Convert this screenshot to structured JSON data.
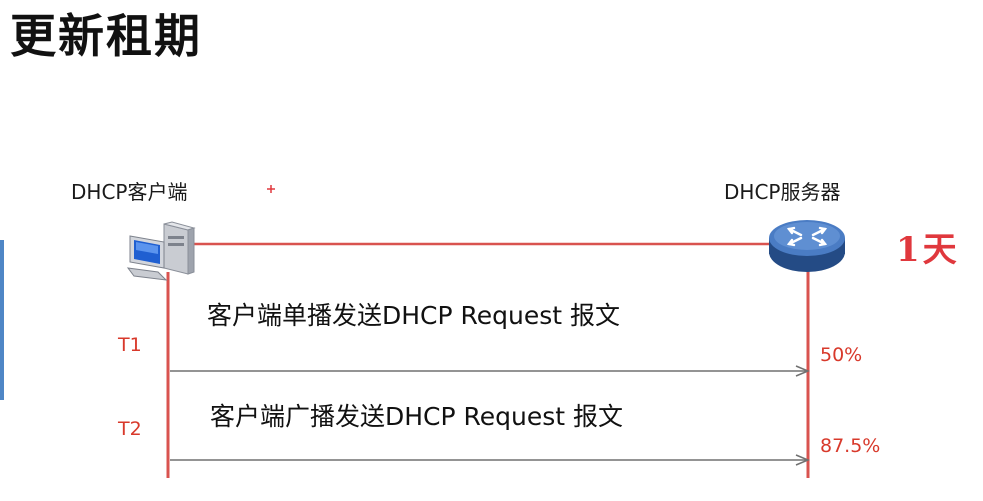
{
  "title": "更新租期",
  "client": {
    "label": "DHCP客户端",
    "icon": "pc-icon"
  },
  "server": {
    "label": "DHCP服务器",
    "icon": "router-icon"
  },
  "timers": [
    "T1",
    "T2"
  ],
  "messages": [
    {
      "text": "客户端单播发送DHCP  Request 报文",
      "percent": "50%"
    },
    {
      "text": "客户端广播发送DHCP  Request 报文",
      "percent": "87.5%"
    }
  ],
  "annotation": "1天",
  "colors": {
    "line": "#d9534f",
    "timer": "#d8392b",
    "arrow": "#707070",
    "title": "#111111"
  }
}
